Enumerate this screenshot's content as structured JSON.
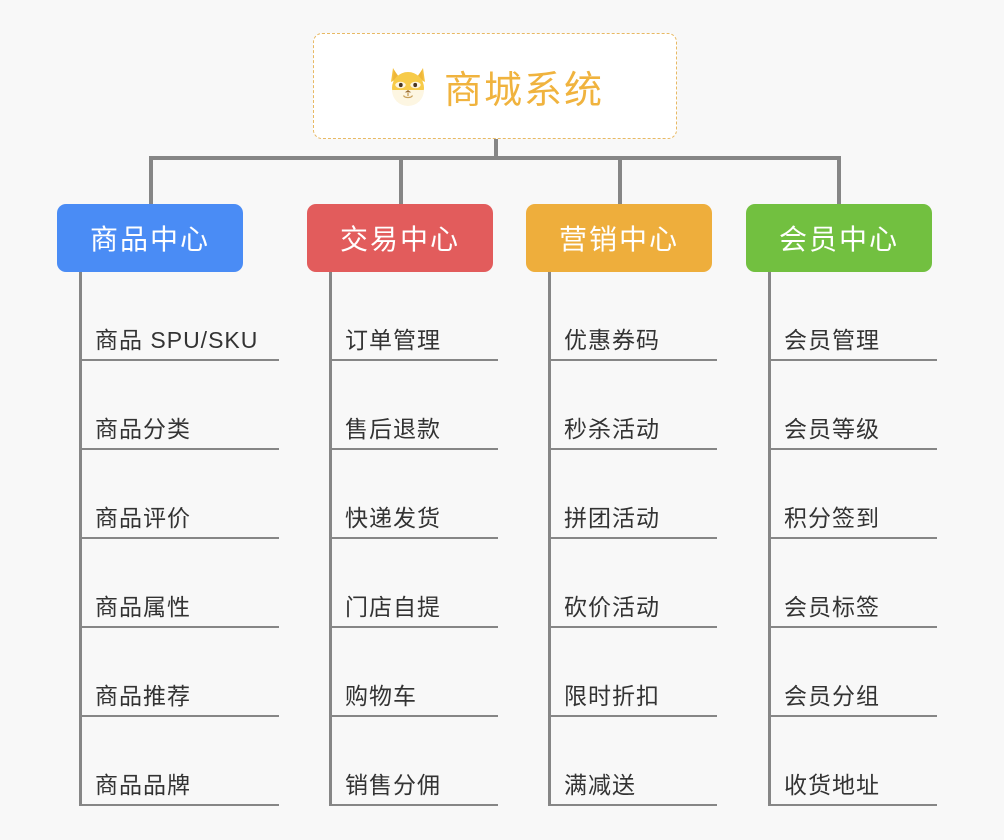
{
  "canvas": {
    "background": "#f8f8f8",
    "line_color": "#868686"
  },
  "root": {
    "icon": "shiba-dog-face-icon",
    "title": "商城系统",
    "text_color": "#f0b33e",
    "border_color": "#e8b964",
    "background": "#ffffff"
  },
  "branches": [
    {
      "id": "product-center",
      "title": "商品中心",
      "color": "#4a8cf5",
      "items": [
        "商品 SPU/SKU",
        "商品分类",
        "商品评价",
        "商品属性",
        "商品推荐",
        "商品品牌"
      ]
    },
    {
      "id": "trade-center",
      "title": "交易中心",
      "color": "#e25c5c",
      "items": [
        "订单管理",
        "售后退款",
        "快递发货",
        "门店自提",
        "购物车",
        "销售分佣"
      ]
    },
    {
      "id": "marketing-center",
      "title": "营销中心",
      "color": "#eeae3c",
      "items": [
        "优惠券码",
        "秒杀活动",
        "拼团活动",
        "砍价活动",
        "限时折扣",
        "满减送"
      ]
    },
    {
      "id": "member-center",
      "title": "会员中心",
      "color": "#72c040",
      "items": [
        "会员管理",
        "会员等级",
        "积分签到",
        "会员标签",
        "会员分组",
        "收货地址"
      ]
    }
  ]
}
